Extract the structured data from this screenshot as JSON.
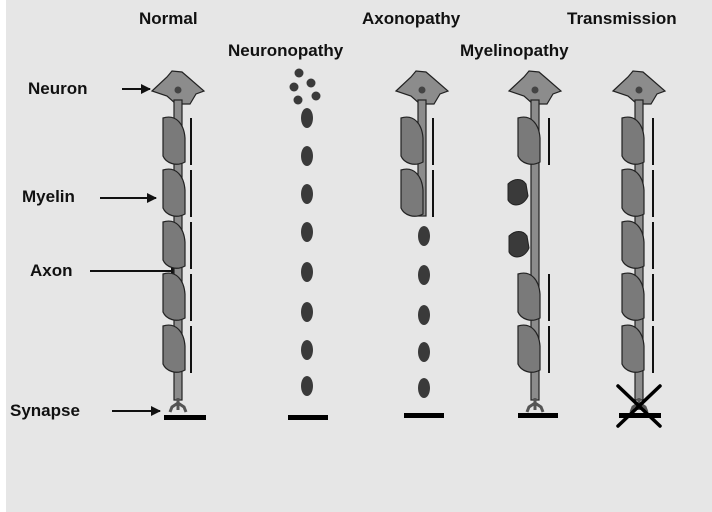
{
  "headings": {
    "normal": "Normal",
    "neuronopathy": "Neuronopathy",
    "axonopathy": "Axonopathy",
    "myelinopathy": "Myelinopathy",
    "transmission": "Transmission"
  },
  "side_labels": {
    "neuron": "Neuron",
    "myelin": "Myelin",
    "axon": "Axon",
    "synapse": "Synapse"
  },
  "colors": {
    "background": "#e6e6e6",
    "neuron_fill": "#8c8c8c",
    "myelin_fill": "#7a7a7a",
    "fragment_fill": "#3a3a3a",
    "outline": "#222222",
    "synapse_bar": "#000000"
  }
}
